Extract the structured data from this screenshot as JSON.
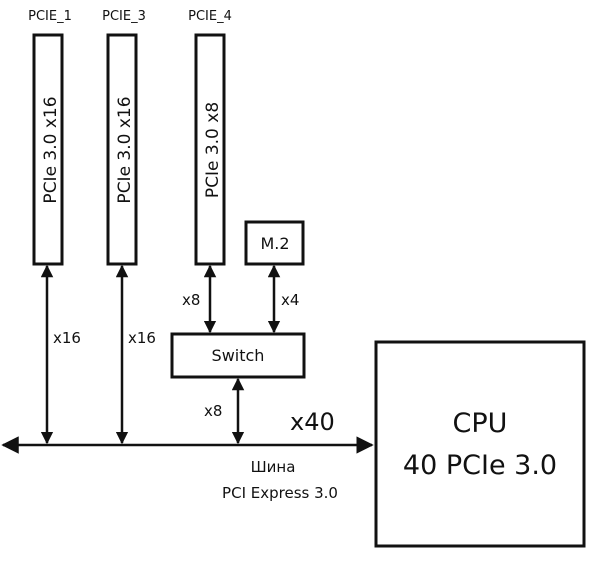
{
  "slots": [
    {
      "name": "PCIE_1",
      "label": "PCIe 3.0 x16",
      "lanes": "x16"
    },
    {
      "name": "PCIE_3",
      "label": "PCIe 3.0 x16",
      "lanes": "x16"
    },
    {
      "name": "PCIE_4",
      "label": "PCIe 3.0 x8",
      "lanes": "x8"
    }
  ],
  "m2": {
    "label": "M.2",
    "lanes": "x4"
  },
  "switch": {
    "label": "Switch",
    "lanes": "x8"
  },
  "bus": {
    "lanes": "x40",
    "line1": "Шина",
    "line2": "PCI Express 3.0"
  },
  "cpu": {
    "line1": "CPU",
    "line2": "40 PCIe 3.0"
  }
}
